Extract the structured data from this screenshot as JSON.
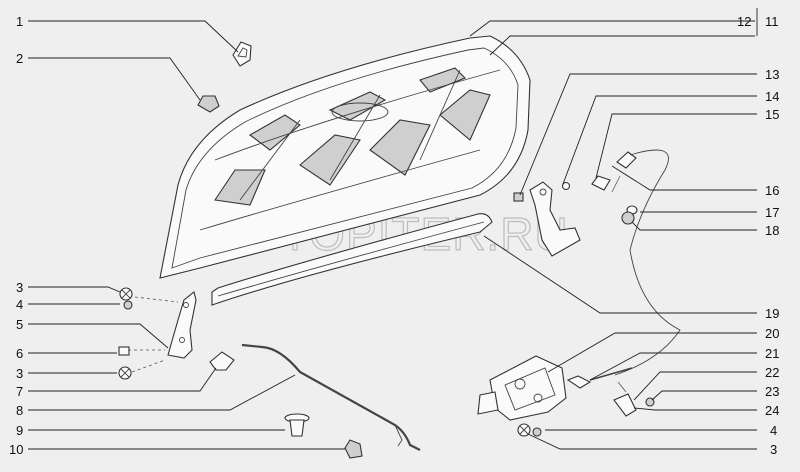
{
  "diagram": {
    "watermark": "AUTOPITER.RU",
    "callouts_left": [
      "1",
      "2",
      "3",
      "4",
      "5",
      "6",
      "3",
      "7",
      "8",
      "9",
      "10"
    ],
    "callouts_right": [
      "12",
      "11",
      "13",
      "14",
      "15",
      "16",
      "17",
      "18",
      "19",
      "20",
      "21",
      "22",
      "23",
      "24",
      "4",
      "3"
    ]
  }
}
